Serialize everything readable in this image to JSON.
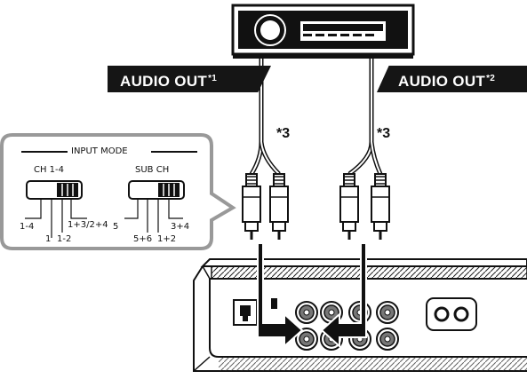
{
  "labels": {
    "audio_out_1": "AUDIO OUT",
    "audio_out_1_sup": "*1",
    "audio_out_2": "AUDIO OUT",
    "audio_out_2_sup": "*2",
    "note_left": "*3",
    "note_right": "*3"
  },
  "input_mode": {
    "title": "INPUT MODE",
    "switch_left": {
      "title": "CH 1-4",
      "positions": [
        "1-4",
        "1",
        "1-2",
        "1+3/2+4"
      ]
    },
    "switch_right": {
      "title": "SUB CH",
      "positions": [
        "5",
        "5+6",
        "1+2",
        "3+4"
      ]
    }
  },
  "icons": [
    "head-unit-icon",
    "rca-plug-icon",
    "amplifier-icon",
    "arrow-down-icon"
  ],
  "colors": {
    "ink": "#111111",
    "background": "#ffffff"
  }
}
